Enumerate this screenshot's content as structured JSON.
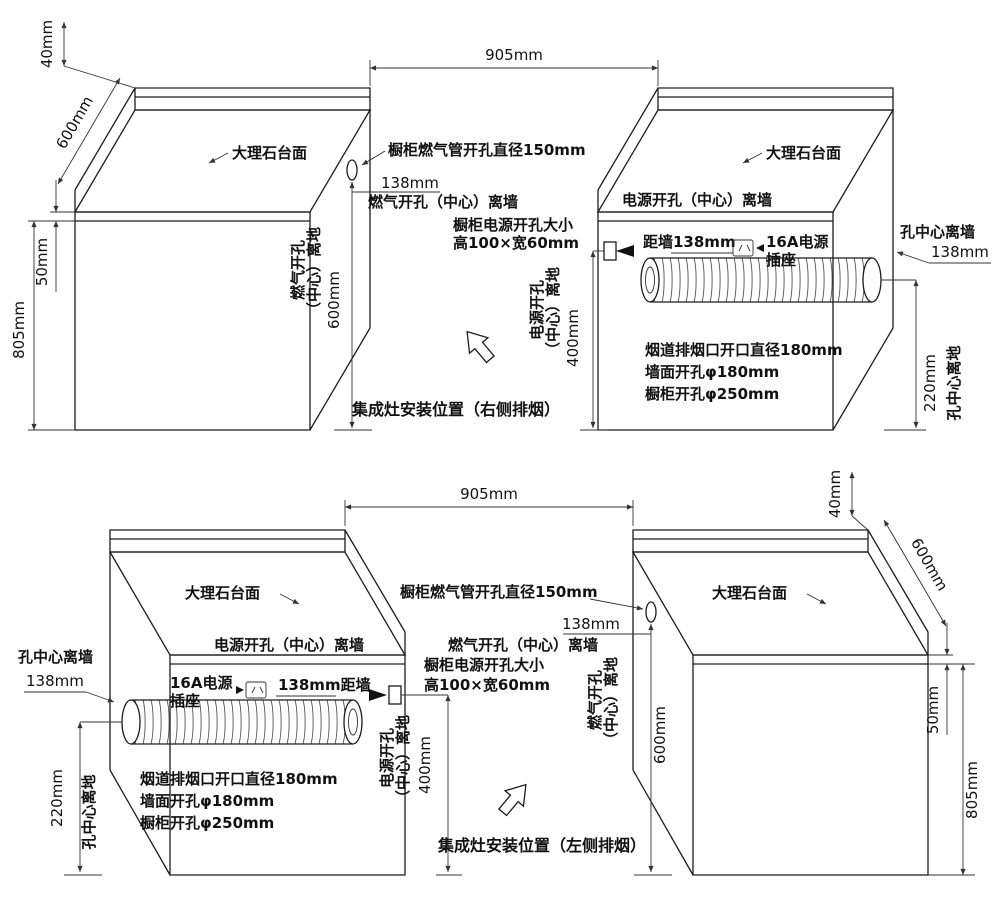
{
  "top": {
    "gap": "905mm",
    "lip": "40mm",
    "depth": "600mm",
    "slab": "50mm",
    "height": "805mm",
    "marble_left": "大理石台面",
    "marble_right": "大理石台面",
    "gas_pipe": "橱柜燃气管开孔直径150mm",
    "gas_wall_dim": "138mm",
    "gas_wall_note": "燃气开孔（中心）离墙",
    "gas_col_a": "燃气开孔",
    "gas_col_b": "（中心）离地",
    "gas_floor_dim": "600mm",
    "power_size_1": "橱柜电源开孔大小",
    "power_size_2": "高100×宽60mm",
    "power_wall_note": "电源开孔（中心）离墙",
    "power_wall_dim": "距墙138mm",
    "socket_line1": "16A电源",
    "socket_line2": "插座",
    "power_col_a": "电源开孔",
    "power_col_b": "（中心）离地",
    "power_floor_dim": "400mm",
    "flue_line1": "烟道排烟口开口直径180mm",
    "flue_line2": "墙面开孔φ180mm",
    "flue_line3": "橱柜开孔φ250mm",
    "hole_wall_note": "孔中心离墙",
    "hole_wall_dim": "138mm",
    "hole_floor_dim": "220mm",
    "hole_floor_note": "孔中心离地",
    "install": "集成灶安装位置（右侧排烟）"
  },
  "bottom": {
    "gap": "905mm",
    "lip": "40mm",
    "depth": "600mm",
    "slab": "50mm",
    "height": "805mm",
    "marble_left": "大理石台面",
    "marble_right": "大理石台面",
    "gas_pipe": "橱柜燃气管开孔直径150mm",
    "gas_wall_dim": "138mm",
    "gas_wall_note": "燃气开孔（中心）离墙",
    "gas_col_a": "燃气开孔",
    "gas_col_b": "（中心）离地",
    "gas_floor_dim": "600mm",
    "power_size_1": "橱柜电源开孔大小",
    "power_size_2": "高100×宽60mm",
    "power_wall_note": "电源开孔（中心）离墙",
    "power_wall_dim": "138mm距墙",
    "socket_line1": "16A电源",
    "socket_line2": "插座",
    "power_col_a": "电源开孔",
    "power_col_b": "（中心）离地",
    "power_floor_dim": "400mm",
    "flue_line1": "烟道排烟口开口直径180mm",
    "flue_line2": "墙面开孔φ180mm",
    "flue_line3": "橱柜开孔φ250mm",
    "hole_wall_note": "孔中心离墙",
    "hole_wall_dim": "138mm",
    "hole_floor_dim": "220mm",
    "hole_floor_note": "孔中心离地",
    "install": "集成灶安装位置（左侧排烟）"
  }
}
